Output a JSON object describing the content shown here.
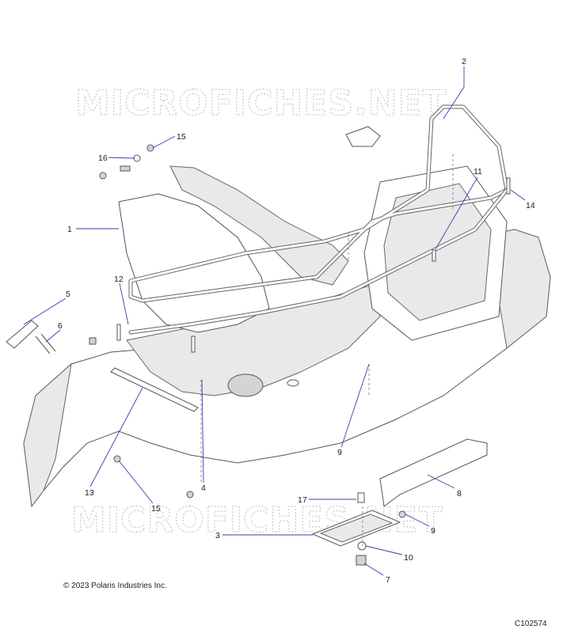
{
  "watermark": {
    "text": "MICROFICHES.NET"
  },
  "callouts": [
    {
      "id": "c1",
      "label": "1"
    },
    {
      "id": "c2",
      "label": "2"
    },
    {
      "id": "c3",
      "label": "3"
    },
    {
      "id": "c4",
      "label": "4"
    },
    {
      "id": "c5",
      "label": "5"
    },
    {
      "id": "c6",
      "label": "6"
    },
    {
      "id": "c7",
      "label": "7"
    },
    {
      "id": "c8",
      "label": "8"
    },
    {
      "id": "c9a",
      "label": "9"
    },
    {
      "id": "c9b",
      "label": "9"
    },
    {
      "id": "c10",
      "label": "10"
    },
    {
      "id": "c11",
      "label": "11"
    },
    {
      "id": "c12",
      "label": "12"
    },
    {
      "id": "c13",
      "label": "13"
    },
    {
      "id": "c14",
      "label": "14"
    },
    {
      "id": "c15a",
      "label": "15"
    },
    {
      "id": "c15b",
      "label": "15"
    },
    {
      "id": "c16",
      "label": "16"
    },
    {
      "id": "c17",
      "label": "17"
    }
  ],
  "footer": {
    "copyright": "© 2023 Polaris Industries Inc.",
    "reference_code": "C102574"
  }
}
